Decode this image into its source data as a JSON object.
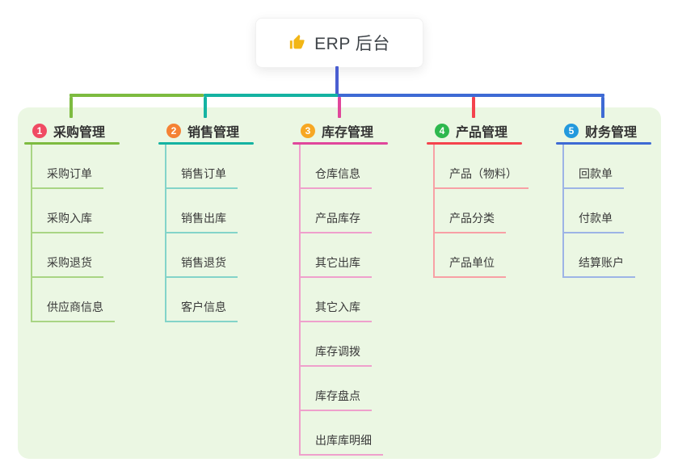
{
  "root": {
    "label": "ERP 后台",
    "icon": "thumbs-up-icon",
    "icon_color": "#f2b616"
  },
  "panel": {
    "background": "#ebf7e3"
  },
  "trunk_color": "#4a5ed1",
  "branches": [
    {
      "badge": "1",
      "label": "采购管理",
      "badge_color": "#f04b63",
      "line_color": "#7dbb40",
      "child_line_color": "#a9d584",
      "children": [
        "采购订单",
        "采购入库",
        "采购退货",
        "供应商信息"
      ]
    },
    {
      "badge": "2",
      "label": "销售管理",
      "badge_color": "#f58234",
      "line_color": "#14b3a2",
      "child_line_color": "#83d4c9",
      "children": [
        "销售订单",
        "销售出库",
        "销售退货",
        "客户信息"
      ]
    },
    {
      "badge": "3",
      "label": "库存管理",
      "badge_color": "#f7a723",
      "line_color": "#e0479b",
      "child_line_color": "#efa0cc",
      "children": [
        "仓库信息",
        "产品库存",
        "其它出库",
        "其它入库",
        "库存调拨",
        "库存盘点",
        "出库库明细"
      ]
    },
    {
      "badge": "4",
      "label": "产品管理",
      "badge_color": "#2eb84e",
      "line_color": "#f4434d",
      "child_line_color": "#f8a0a5",
      "children": [
        "产品（物料）",
        "产品分类",
        "产品单位"
      ]
    },
    {
      "badge": "5",
      "label": "财务管理",
      "badge_color": "#2299dd",
      "line_color": "#3e6ad4",
      "child_line_color": "#9db4e6",
      "children": [
        "回款单",
        "付款单",
        "结算账户"
      ]
    }
  ]
}
